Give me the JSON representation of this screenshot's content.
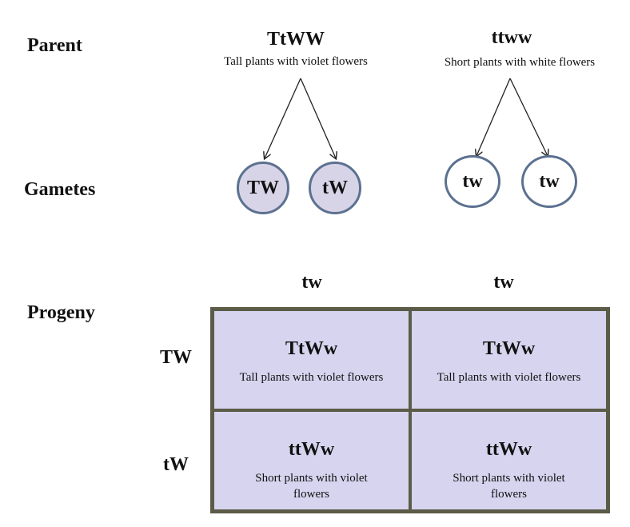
{
  "labels": {
    "parent": "Parent",
    "gametes": "Gametes",
    "progeny": "Progeny"
  },
  "parents": [
    {
      "genotype": "TtWW",
      "phenotype": "Tall plants with violet  flowers"
    },
    {
      "genotype": "ttww",
      "phenotype": "Short plants with white  flowers"
    }
  ],
  "gametes": [
    {
      "label": "TW",
      "shaded": true
    },
    {
      "label": "tW",
      "shaded": true
    },
    {
      "label": "tw",
      "shaded": false
    },
    {
      "label": "tw",
      "shaded": false
    }
  ],
  "punnett": {
    "columns": [
      "tw",
      "tw"
    ],
    "rows": [
      "TW",
      "tW"
    ],
    "cells": [
      [
        {
          "genotype": "TtWw",
          "phenotype": "Tall plants with violet flowers"
        },
        {
          "genotype": "TtWw",
          "phenotype": "Tall plants with violet flowers"
        }
      ],
      [
        {
          "genotype": "ttWw",
          "phenotype": "Short plants with violet flowers"
        },
        {
          "genotype": "ttWw",
          "phenotype": "Short plants with violet flowers"
        }
      ]
    ]
  },
  "colors": {
    "gamete_border": "#5c7190",
    "gamete_fill": "#d8d4e8",
    "cell_fill": "#d7d4ef",
    "grid_border": "#5b5b48"
  }
}
